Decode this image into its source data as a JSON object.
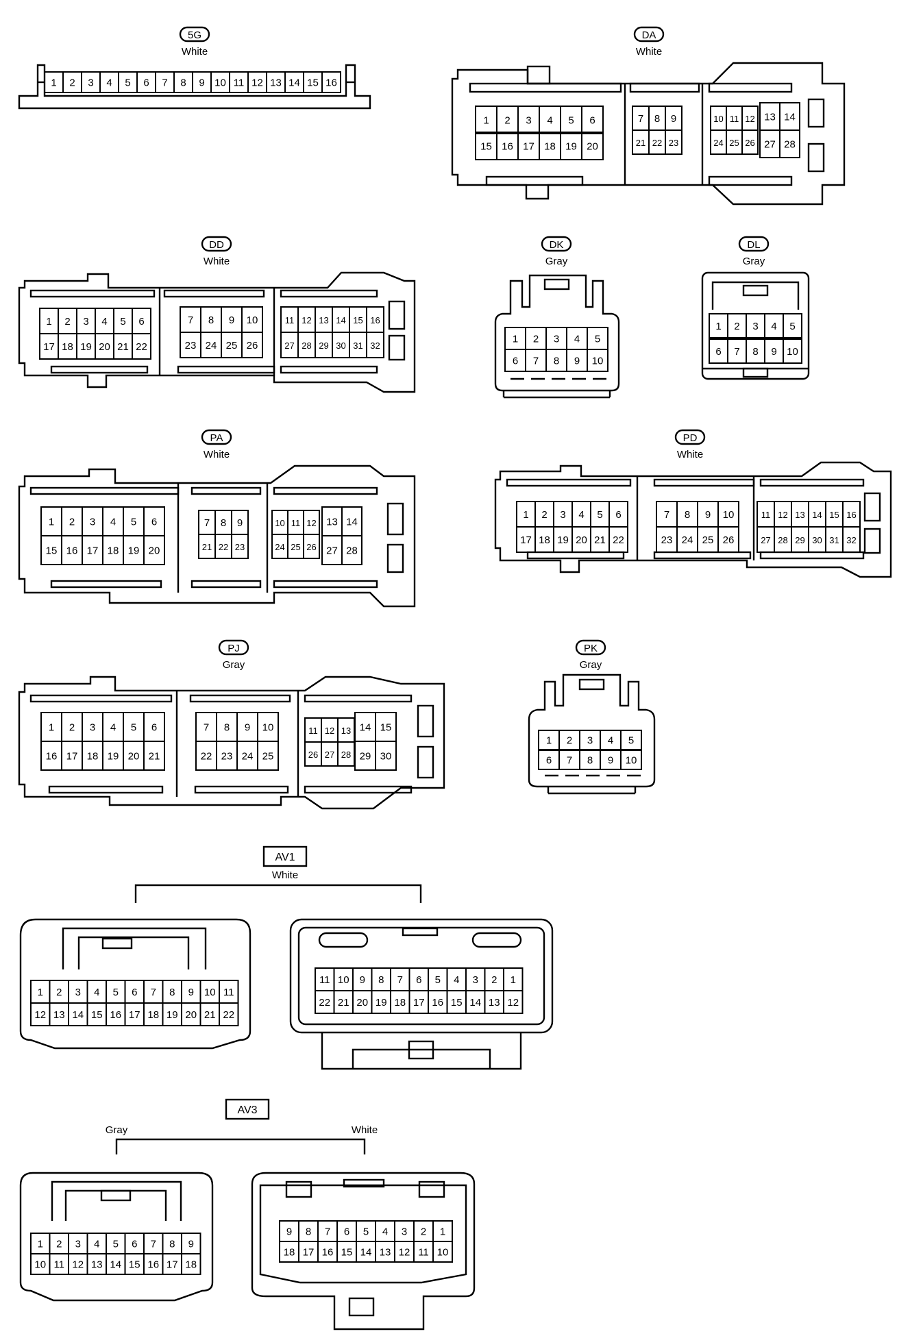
{
  "connectors": [
    {
      "id": "5G",
      "color": "White",
      "rows": [
        [
          "1",
          "2",
          "3",
          "4",
          "5",
          "6",
          "7",
          "8",
          "9",
          "10",
          "11",
          "12",
          "13",
          "14",
          "15",
          "16"
        ]
      ]
    },
    {
      "id": "DA",
      "color": "White",
      "groups": [
        {
          "rows": [
            [
              "1",
              "2",
              "3",
              "4",
              "5",
              "6"
            ],
            [
              "15",
              "16",
              "17",
              "18",
              "19",
              "20"
            ]
          ]
        },
        {
          "rows": [
            [
              "7",
              "8",
              "9"
            ],
            [
              "21",
              "22",
              "23"
            ]
          ]
        },
        {
          "rows": [
            [
              "10",
              "11",
              "12"
            ],
            [
              "24",
              "25",
              "26"
            ]
          ]
        },
        {
          "rows": [
            [
              "13",
              "14"
            ],
            [
              "27",
              "28"
            ]
          ]
        }
      ]
    },
    {
      "id": "DD",
      "color": "White",
      "groups": [
        {
          "rows": [
            [
              "1",
              "2",
              "3",
              "4",
              "5",
              "6"
            ],
            [
              "17",
              "18",
              "19",
              "20",
              "21",
              "22"
            ]
          ]
        },
        {
          "rows": [
            [
              "7",
              "8",
              "9",
              "10"
            ],
            [
              "23",
              "24",
              "25",
              "26"
            ]
          ]
        },
        {
          "rows": [
            [
              "11",
              "12",
              "13",
              "14",
              "15",
              "16"
            ],
            [
              "27",
              "28",
              "29",
              "30",
              "31",
              "32"
            ]
          ]
        }
      ]
    },
    {
      "id": "DK",
      "color": "Gray",
      "rows": [
        [
          "1",
          "2",
          "3",
          "4",
          "5"
        ],
        [
          "6",
          "7",
          "8",
          "9",
          "10"
        ]
      ]
    },
    {
      "id": "DL",
      "color": "Gray",
      "rows": [
        [
          "1",
          "2",
          "3",
          "4",
          "5"
        ],
        [
          "6",
          "7",
          "8",
          "9",
          "10"
        ]
      ]
    },
    {
      "id": "PA",
      "color": "White",
      "groups": [
        {
          "rows": [
            [
              "1",
              "2",
              "3",
              "4",
              "5",
              "6"
            ],
            [
              "15",
              "16",
              "17",
              "18",
              "19",
              "20"
            ]
          ]
        },
        {
          "rows": [
            [
              "7",
              "8",
              "9"
            ],
            [
              "21",
              "22",
              "23"
            ]
          ]
        },
        {
          "rows": [
            [
              "10",
              "11",
              "12"
            ],
            [
              "24",
              "25",
              "26"
            ]
          ]
        },
        {
          "rows": [
            [
              "13",
              "14"
            ],
            [
              "27",
              "28"
            ]
          ]
        }
      ]
    },
    {
      "id": "PD",
      "color": "White",
      "groups": [
        {
          "rows": [
            [
              "1",
              "2",
              "3",
              "4",
              "5",
              "6"
            ],
            [
              "17",
              "18",
              "19",
              "20",
              "21",
              "22"
            ]
          ]
        },
        {
          "rows": [
            [
              "7",
              "8",
              "9",
              "10"
            ],
            [
              "23",
              "24",
              "25",
              "26"
            ]
          ]
        },
        {
          "rows": [
            [
              "11",
              "12",
              "13",
              "14",
              "15",
              "16"
            ],
            [
              "27",
              "28",
              "29",
              "30",
              "31",
              "32"
            ]
          ]
        }
      ]
    },
    {
      "id": "PJ",
      "color": "Gray",
      "groups": [
        {
          "rows": [
            [
              "1",
              "2",
              "3",
              "4",
              "5",
              "6"
            ],
            [
              "16",
              "17",
              "18",
              "19",
              "20",
              "21"
            ]
          ]
        },
        {
          "rows": [
            [
              "7",
              "8",
              "9",
              "10"
            ],
            [
              "22",
              "23",
              "24",
              "25"
            ]
          ]
        },
        {
          "rows": [
            [
              "11",
              "12",
              "13"
            ],
            [
              "26",
              "27",
              "28"
            ]
          ]
        },
        {
          "rows": [
            [
              "14",
              "15"
            ],
            [
              "29",
              "30"
            ]
          ]
        }
      ]
    },
    {
      "id": "PK",
      "color": "Gray",
      "rows": [
        [
          "1",
          "2",
          "3",
          "4",
          "5"
        ],
        [
          "6",
          "7",
          "8",
          "9",
          "10"
        ]
      ]
    },
    {
      "id": "AV1",
      "color": "White",
      "sides": [
        {
          "rows": [
            [
              "1",
              "2",
              "3",
              "4",
              "5",
              "6",
              "7",
              "8",
              "9",
              "10",
              "11"
            ],
            [
              "12",
              "13",
              "14",
              "15",
              "16",
              "17",
              "18",
              "19",
              "20",
              "21",
              "22"
            ]
          ]
        },
        {
          "rows": [
            [
              "11",
              "10",
              "9",
              "8",
              "7",
              "6",
              "5",
              "4",
              "3",
              "2",
              "1"
            ],
            [
              "22",
              "21",
              "20",
              "19",
              "18",
              "17",
              "16",
              "15",
              "14",
              "13",
              "12"
            ]
          ]
        }
      ]
    },
    {
      "id": "AV3",
      "sides": [
        {
          "color": "Gray",
          "rows": [
            [
              "1",
              "2",
              "3",
              "4",
              "5",
              "6",
              "7",
              "8",
              "9"
            ],
            [
              "10",
              "11",
              "12",
              "13",
              "14",
              "15",
              "16",
              "17",
              "18"
            ]
          ]
        },
        {
          "color": "White",
          "rows": [
            [
              "9",
              "8",
              "7",
              "6",
              "5",
              "4",
              "3",
              "2",
              "1"
            ],
            [
              "18",
              "17",
              "16",
              "15",
              "14",
              "13",
              "12",
              "11",
              "10"
            ]
          ]
        }
      ]
    }
  ]
}
